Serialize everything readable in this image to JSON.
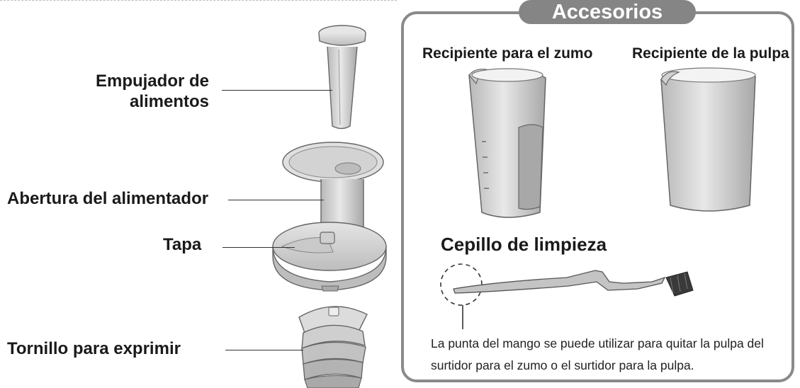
{
  "parts": {
    "pusher_label": "Empujador de\nalimentos",
    "feed_label": "Abertura del alimentador",
    "lid_label": "Tapa",
    "screw_label": "Tornillo para exprimir"
  },
  "accessories": {
    "title": "Accesorios",
    "juice_cup": "Recipiente para el zumo",
    "pulp_cup": "Recipiente de la pulpa",
    "brush": "Cepillo de limpieza",
    "note": "La punta del mango se puede utilizar para quitar la pulpa del surtidor para el zumo o el surtidor para la pulpa."
  },
  "colors": {
    "frame": "#858585",
    "title_text": "#ffffff",
    "part_fill": "#d9d9d9",
    "part_stroke": "#555555"
  }
}
